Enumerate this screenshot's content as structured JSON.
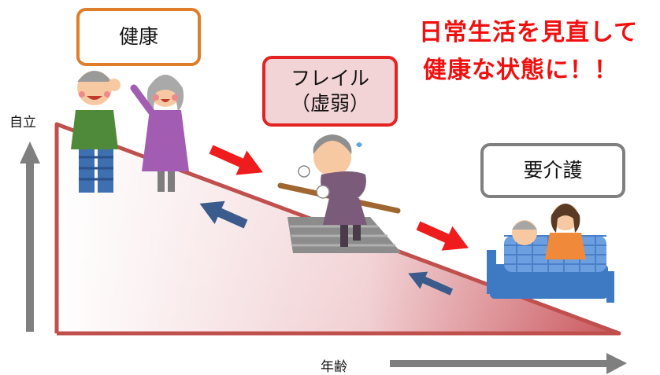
{
  "labels": {
    "healthy": "健康",
    "frail_line1": "フレイル",
    "frail_line2": "（虚弱）",
    "care": "要介護",
    "headline_line1": "日常生活を見直して",
    "headline_line2": "健康な状態に！！",
    "y_axis": "自立",
    "x_axis": "年齢"
  },
  "colors": {
    "healthy_border": "#e07d2a",
    "frail_border": "#e52222",
    "frail_fill": "#f3d4d6",
    "care_border": "#7f7f7f",
    "slope_line": "#c0504d",
    "decline_arrow": "#ee1c1c",
    "recovery_arrow": "#3a5b8c",
    "axis_arrow": "#7f7f7f",
    "headline": "#f01010"
  }
}
